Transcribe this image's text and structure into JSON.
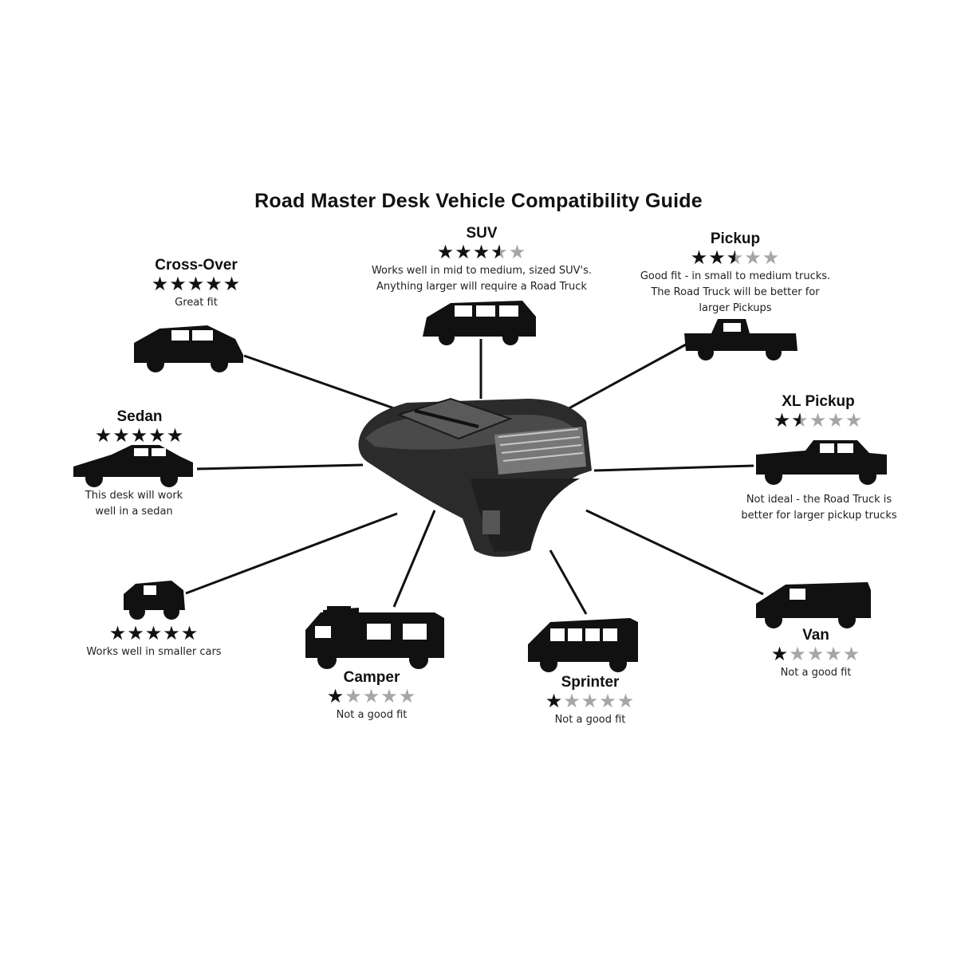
{
  "title": "Road Master Desk Vehicle Compatibility Guide",
  "colors": {
    "ink": "#111111",
    "star_filled": "#111111",
    "star_empty": "#a6a6a6",
    "desk": "#2b2b2b"
  },
  "vehicles": {
    "suv": {
      "name": "SUV",
      "rating": 3.5,
      "lines": [
        "Works well in mid to medium, sized SUV's.",
        "Anything larger will require a Road Truck"
      ]
    },
    "pickup": {
      "name": "Pickup",
      "rating": 2.5,
      "lines": [
        "Good fit - in small to medium trucks.",
        "The Road Truck will be better for",
        "larger Pickups"
      ]
    },
    "crossover": {
      "name": "Cross-Over",
      "rating": 5,
      "lines": [
        "Great fit"
      ]
    },
    "sedan": {
      "name": "Sedan",
      "rating": 5,
      "lines": [
        "This desk will work",
        "well in a sedan"
      ]
    },
    "xlpickup": {
      "name": "XL Pickup",
      "rating": 1.5,
      "lines": [
        "Not ideal - the Road Truck is",
        "better for larger pickup trucks"
      ]
    },
    "smallcar": {
      "name": "",
      "rating": 5,
      "lines": [
        "Works well in smaller cars"
      ]
    },
    "camper": {
      "name": "Camper",
      "rating": 1,
      "lines": [
        "Not a good fit"
      ]
    },
    "sprinter": {
      "name": "Sprinter",
      "rating": 1,
      "lines": [
        "Not a good fit"
      ]
    },
    "van": {
      "name": "Van",
      "rating": 1,
      "lines": [
        "Not a good fit"
      ]
    }
  }
}
